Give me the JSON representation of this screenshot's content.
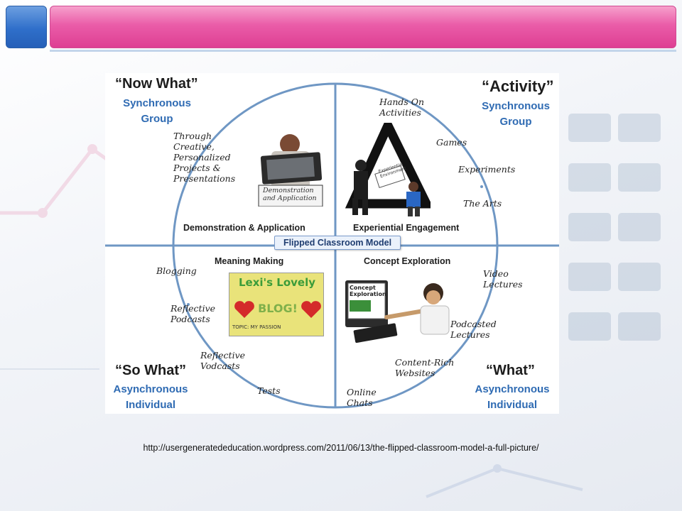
{
  "diagram": {
    "center_label": "Flipped Classroom Model",
    "quadrants": {
      "top_left": {
        "title": "“Now What”",
        "subtitle_1": "Synchronous",
        "subtitle_2": "Group",
        "section_label": "Demonstration & Application",
        "items": [
          "Through",
          "Creative,",
          "Personalized",
          "Projects &",
          "Presentations"
        ],
        "photo_caption_1": "Demonstration",
        "photo_caption_2": "and Application"
      },
      "top_right": {
        "title": "“Activity”",
        "subtitle_1": "Synchronous",
        "subtitle_2": "Group",
        "section_label": "Experiential Engagement",
        "item_hands_1": "Hands On",
        "item_hands_2": "Activities",
        "item_games": "Games",
        "item_experiments": "Experiments",
        "item_arts": "The Arts",
        "photo_caption_1": "Experiential",
        "photo_caption_2": "Environment"
      },
      "bottom_left": {
        "title": "“So What”",
        "subtitle_1": "Asynchronous",
        "subtitle_2": "Individual",
        "section_label": "Meaning Making",
        "item_blogging": "Blogging",
        "item_podcasts_1": "Reflective",
        "item_podcasts_2": "Podcasts",
        "item_vodcasts_1": "Reflective",
        "item_vodcasts_2": "Vodcasts",
        "item_tests": "Tests",
        "photo_text_1": "Lexi's Lovely",
        "photo_text_2": "BLOG!",
        "photo_text_3": "TOPIC: MY PASSION"
      },
      "bottom_right": {
        "title": "“What”",
        "subtitle_1": "Asynchronous",
        "subtitle_2": "Individual",
        "section_label": "Concept Exploration",
        "item_video_1": "Video",
        "item_video_2": "Lectures",
        "item_podcast_1": "Podcasted",
        "item_podcast_2": "Lectures",
        "item_web_1": "Content-Rich",
        "item_web_2": "Websites",
        "item_chats_1": "Online",
        "item_chats_2": "Chats",
        "photo_caption_1": "Concept",
        "photo_caption_2": "Exploration"
      }
    }
  },
  "source_url": "http://usergeneratededucation.wordpress.com/2011/06/13/the-flipped-classroom-model-a-full-picture/",
  "colors": {
    "circle": "#6f97c4",
    "subtitle_blue": "#2f6bb3",
    "header_pink": "#e0529f",
    "header_blue": "#2f6fca"
  }
}
